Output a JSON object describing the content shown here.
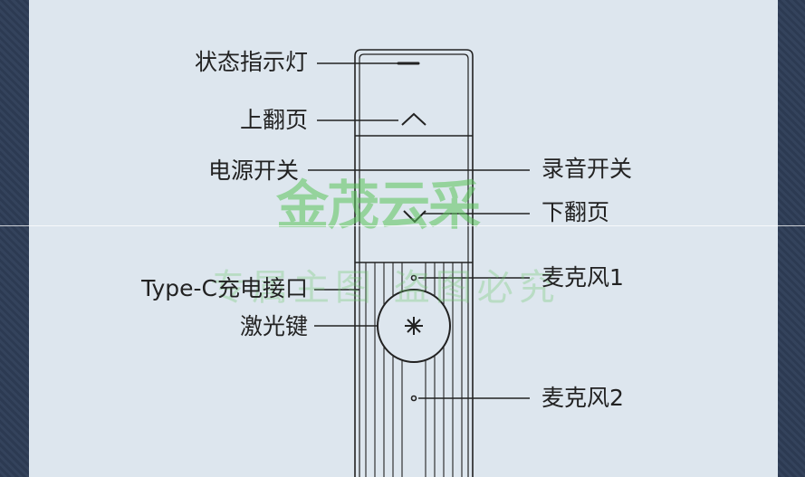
{
  "labels": {
    "status_light": "状态指示灯",
    "page_up": "上翻页",
    "power_switch": "电源开关",
    "record_switch": "录音开关",
    "page_down": "下翻页",
    "mic1": "麦克风1",
    "type_c": "Type-C充电接口",
    "laser": "激光键",
    "mic2": "麦克风2"
  },
  "watermark": {
    "main": "金茂云采",
    "sub": "专属主图 盗图必究"
  },
  "colors": {
    "panel": "#dde6ee",
    "frame": "#2f3d55",
    "line": "#222222",
    "watermark": "#5ec35e"
  }
}
